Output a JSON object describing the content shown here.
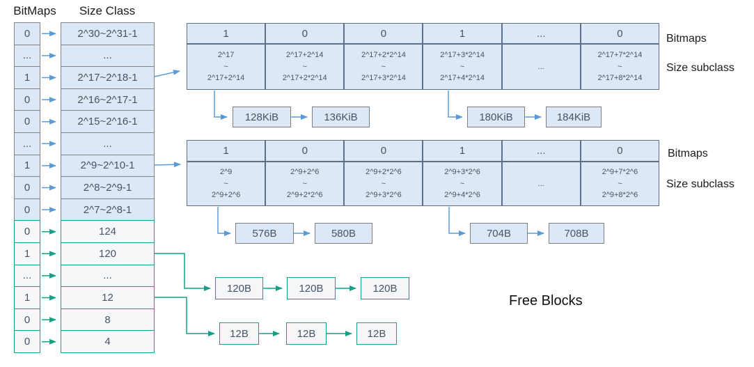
{
  "labels": {
    "bitmaps_col": "BitMaps",
    "size_class_col": "Size Class",
    "table1_bitmaps": "Bitmaps",
    "table1_subclass": "Size subclass",
    "table2_bitmaps": "Bitmaps",
    "table2_subclass": "Size subclass",
    "free_blocks": "Free Blocks"
  },
  "left_rows": [
    {
      "bit": "0",
      "size": "2^30~2^31-1",
      "group": "blue"
    },
    {
      "bit": "...",
      "size": "...",
      "group": "blue"
    },
    {
      "bit": "1",
      "size": "2^17~2^18-1",
      "group": "blue"
    },
    {
      "bit": "0",
      "size": "2^16~2^17-1",
      "group": "blue"
    },
    {
      "bit": "0",
      "size": "2^15~2^16-1",
      "group": "blue"
    },
    {
      "bit": "...",
      "size": "...",
      "group": "blue"
    },
    {
      "bit": "1",
      "size": "2^9~2^10-1",
      "group": "blue"
    },
    {
      "bit": "0",
      "size": "2^8~2^9-1",
      "group": "blue"
    },
    {
      "bit": "0",
      "size": "2^7~2^8-1",
      "group": "blue"
    },
    {
      "bit": "0",
      "size": "124",
      "group": "green"
    },
    {
      "bit": "1",
      "size": "120",
      "group": "green"
    },
    {
      "bit": "...",
      "size": "...",
      "group": "green"
    },
    {
      "bit": "1",
      "size": "12",
      "group": "green"
    },
    {
      "bit": "0",
      "size": "8",
      "group": "green"
    },
    {
      "bit": "0",
      "size": "4",
      "group": "green"
    }
  ],
  "table1": {
    "bits": [
      "1",
      "0",
      "0",
      "1",
      "...",
      "0"
    ],
    "subclasses": [
      "2^17\n~\n2^17+2^14",
      "2^17+2^14\n~\n2^17+2*2^14",
      "2^17+2*2^14\n~\n2^17+3*2^14",
      "2^17+3*2^14\n~\n2^17+4*2^14",
      "...",
      "2^17+7*2^14\n~\n2^17+8*2^14"
    ],
    "free_chain": [
      "128KiB",
      "136KiB"
    ],
    "free_chain2": [
      "180KiB",
      "184KiB"
    ]
  },
  "table2": {
    "bits": [
      "1",
      "0",
      "0",
      "1",
      "...",
      "0"
    ],
    "subclasses": [
      "2^9\n~\n2^9+2^6",
      "2^9+2^6\n~\n2^9+2*2^6",
      "2^9+2*2^6\n~\n2^9+3*2^6",
      "2^9+3*2^6\n~\n2^9+4*2^6",
      "...",
      "2^9+7*2^6\n~\n2^9+8*2^6"
    ],
    "free_chain": [
      "576B",
      "580B"
    ],
    "free_chain2": [
      "704B",
      "708B"
    ]
  },
  "green_chains": [
    {
      "items": [
        "120B",
        "120B",
        "120B"
      ]
    },
    {
      "items": [
        "12B",
        "12B",
        "12B"
      ]
    }
  ],
  "colors": {
    "blue_accent": "#5b9bd5",
    "green_accent": "#14a085",
    "cell_fill_blue": "#dce8f5",
    "cell_fill_green": "#f6f7f8",
    "cell_text": "#44546a"
  }
}
